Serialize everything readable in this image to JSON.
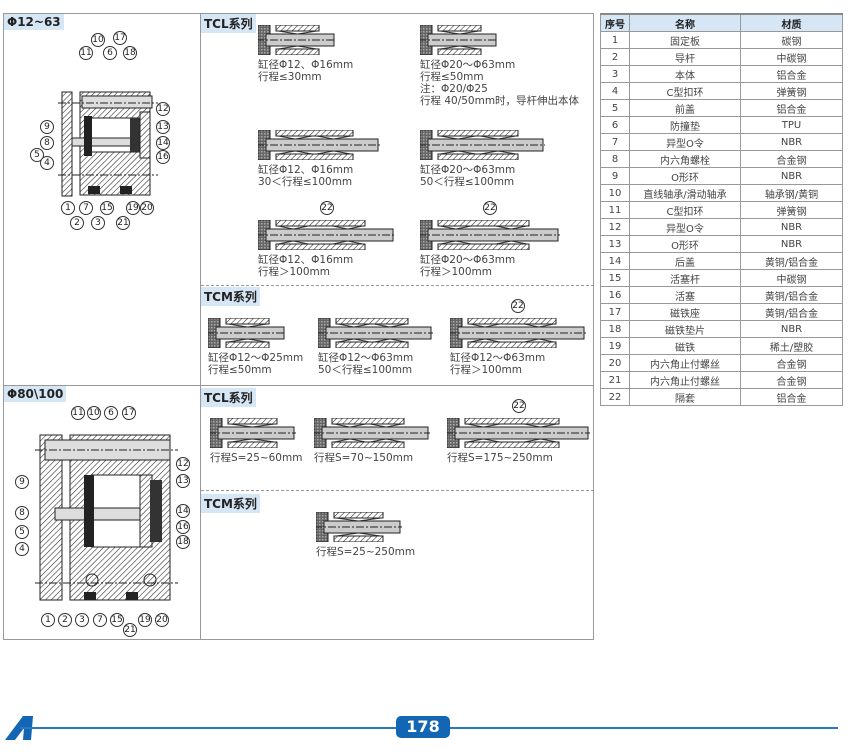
{
  "sections": {
    "small": "Φ12~63",
    "large": "Φ80\\100",
    "tcl": "TCL系列",
    "tcm": "TCM系列"
  },
  "callouts_small": [
    "10",
    "17",
    "11",
    "6",
    "18",
    "12",
    "9",
    "13",
    "8",
    "14",
    "5",
    "16",
    "4",
    "1",
    "7",
    "15",
    "19",
    "20",
    "2",
    "3",
    "21"
  ],
  "callouts_large": [
    "11",
    "10",
    "6",
    "17",
    "12",
    "9",
    "13",
    "8",
    "14",
    "5",
    "16",
    "4",
    "18",
    "1",
    "2",
    "3",
    "7",
    "15",
    "19",
    "20",
    "21"
  ],
  "tcl_upper": [
    {
      "lines": [
        "缸径Φ12、Φ16mm",
        "行程≤30mm"
      ]
    },
    {
      "lines": [
        "缸径Φ20～Φ63mm",
        "行程≤50mm",
        "注：Φ20/Φ25",
        "行程 40/50mm时，导杆伸出本体"
      ]
    },
    {
      "lines": [
        "缸径Φ12、Φ16mm",
        "30＜行程≤100mm"
      ]
    },
    {
      "lines": [
        "缸径Φ20～Φ63mm",
        "50＜行程≤100mm"
      ]
    },
    {
      "callout": "22",
      "lines": [
        "缸径Φ12、Φ16mm",
        "行程＞100mm"
      ]
    },
    {
      "callout": "22",
      "lines": [
        "缸径Φ20～Φ63mm",
        "行程＞100mm"
      ]
    }
  ],
  "tcm_upper": [
    {
      "lines": [
        "缸径Φ12～Φ25mm",
        "行程≤50mm"
      ]
    },
    {
      "lines": [
        "缸径Φ12～Φ63mm",
        "50＜行程≤100mm"
      ]
    },
    {
      "callout": "22",
      "lines": [
        "缸径Φ12～Φ63mm",
        "行程＞100mm"
      ]
    }
  ],
  "tcl_lower": [
    {
      "lines": [
        "行程S=25~60mm"
      ]
    },
    {
      "lines": [
        "行程S=70~150mm"
      ]
    },
    {
      "callout": "22",
      "lines": [
        "行程S=175~250mm"
      ]
    }
  ],
  "tcm_lower": [
    {
      "lines": [
        "行程S=25~250mm"
      ]
    }
  ],
  "parts_table": {
    "headers": [
      "序号",
      "名称",
      "材质"
    ],
    "rows": [
      [
        "1",
        "固定板",
        "碳钢"
      ],
      [
        "2",
        "导杆",
        "中碳钢"
      ],
      [
        "3",
        "本体",
        "铝合金"
      ],
      [
        "4",
        "C型扣环",
        "弹簧钢"
      ],
      [
        "5",
        "前盖",
        "铝合金"
      ],
      [
        "6",
        "防撞垫",
        "TPU"
      ],
      [
        "7",
        "异型O令",
        "NBR"
      ],
      [
        "8",
        "内六角螺栓",
        "合金钢"
      ],
      [
        "9",
        "O形环",
        "NBR"
      ],
      [
        "10",
        "直线轴承/滑动轴承",
        "轴承钢/黄铜"
      ],
      [
        "11",
        "C型扣环",
        "弹簧钢"
      ],
      [
        "12",
        "异型O令",
        "NBR"
      ],
      [
        "13",
        "O形环",
        "NBR"
      ],
      [
        "14",
        "后盖",
        "黄铜/铝合金"
      ],
      [
        "15",
        "活塞杆",
        "中碳钢"
      ],
      [
        "16",
        "活塞",
        "黄铜/铝合金"
      ],
      [
        "17",
        "磁铁座",
        "黄铜/铝合金"
      ],
      [
        "18",
        "磁铁垫片",
        "NBR"
      ],
      [
        "19",
        "磁铁",
        "稀土/塑胶"
      ],
      [
        "20",
        "内六角止付螺丝",
        "合金钢"
      ],
      [
        "21",
        "内六角止付螺丝",
        "合金钢"
      ],
      [
        "22",
        "隔套",
        "铝合金"
      ]
    ]
  },
  "footer": {
    "page": "178",
    "logo": "A"
  },
  "colors": {
    "accent": "#1366b3",
    "header_bg": "#d6e6f5"
  }
}
